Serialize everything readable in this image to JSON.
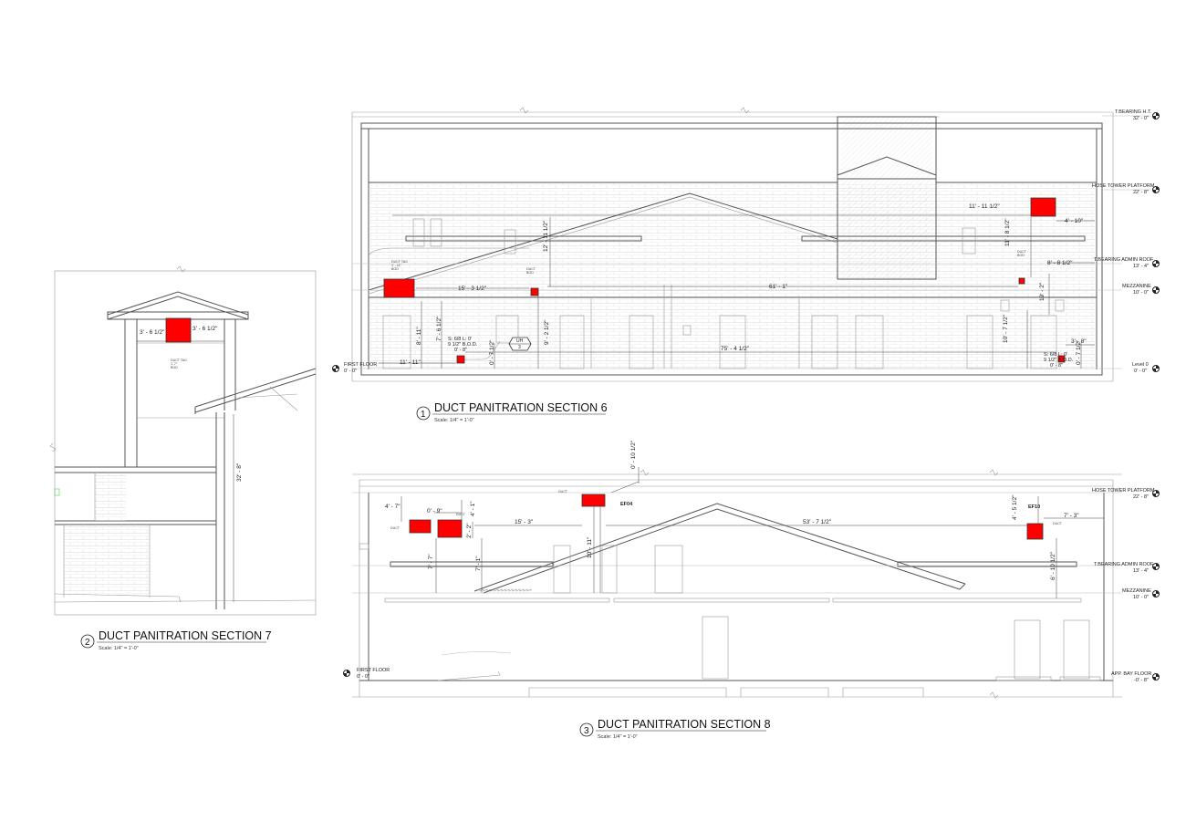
{
  "sections": {
    "s1": {
      "number": "1",
      "title": "DUCT PANITRATION SECTION 6",
      "scale": "Scale: 1/4\" = 1'-0\"",
      "levels": [
        {
          "name": "T.BEARING H.T.",
          "elev": "32' - 0\""
        },
        {
          "name": "HOSE TOWER PLATFORM",
          "elev": "22' - 8\""
        },
        {
          "name": "T.BEARING ADMIN ROOF",
          "elev": "13' - 4\""
        },
        {
          "name": "MEZZANINE",
          "elev": "10' - 0\""
        },
        {
          "name": "Level 0",
          "elev": "0' - 0\""
        },
        {
          "name": "FIRST FLOOR",
          "elev": "0' - 0\""
        }
      ],
      "dims": [
        "11' - 11 1/2\"",
        "12' - 11 1/2\"",
        "4' - 10\"",
        "11' - 8 1/2\"",
        "8' - 8 1/2\"",
        "15' - 3 1/2\"",
        "61' - 1\"",
        "19' - 2\"",
        "7' - 6 1/2\"",
        "8' - 11\"",
        "9' - 2 1/2\"",
        "0' - 7 1/2\"",
        "11' - 11\"",
        "75' - 4 1/2\"",
        "10' - 7 1/2\"",
        "3' - 8\"",
        "0' - 7 1/2\""
      ],
      "notes": {
        "n1a": "S: 6/8 L: 0'",
        "n1b": "9 1/2\" B.O.D.",
        "n1c": "0' - 8\"",
        "n2a": "S: 6/8 L: 0'",
        "n2b": "9 1/2\" B.O.D.",
        "n2c": "0' - 8\""
      },
      "uh_tag": {
        "top": "UH",
        "bottom": "3"
      }
    },
    "s2": {
      "number": "2",
      "title": "DUCT PANITRATION SECTION 7",
      "scale": "Scale: 1/4\" = 1'-0\"",
      "dims": [
        "3' - 6 1/2\"",
        "3' - 6 1/2\"",
        "32' - 8\""
      ]
    },
    "s3": {
      "number": "3",
      "title": "DUCT PANITRATION SECTION 8",
      "scale": "Scale: 1/4\" = 1'-0\"",
      "levels": [
        {
          "name": "HOSE TOWER PLATFORM",
          "elev": "22' - 8\""
        },
        {
          "name": "T.BEARING ADMIN ROOF",
          "elev": "13' - 4\""
        },
        {
          "name": "MEZZANINE",
          "elev": "10' - 0\""
        },
        {
          "name": "APP. BAY FLOOR",
          "elev": "-0' - 8\""
        },
        {
          "name": "FIRST FLOOR",
          "elev": "0' - 0\""
        }
      ],
      "dims": [
        "0' - 10 1/2\"",
        "4' - 7\"",
        "0' - 9\"",
        "4' - 1\"",
        "2' - 2\"",
        "15' - 3\"",
        "53' - 7 1/2\"",
        "4' - 5 1/2\"",
        "7' - 3\"",
        "6' - 10 1/2\"",
        "7' - 7\"",
        "7' - 1\"",
        "10' - 11\""
      ],
      "tags": {
        "ef_left": "EF04",
        "ef_right": "EF10"
      }
    }
  },
  "colors": {
    "duct": "#ff0000",
    "line": "#555555"
  }
}
